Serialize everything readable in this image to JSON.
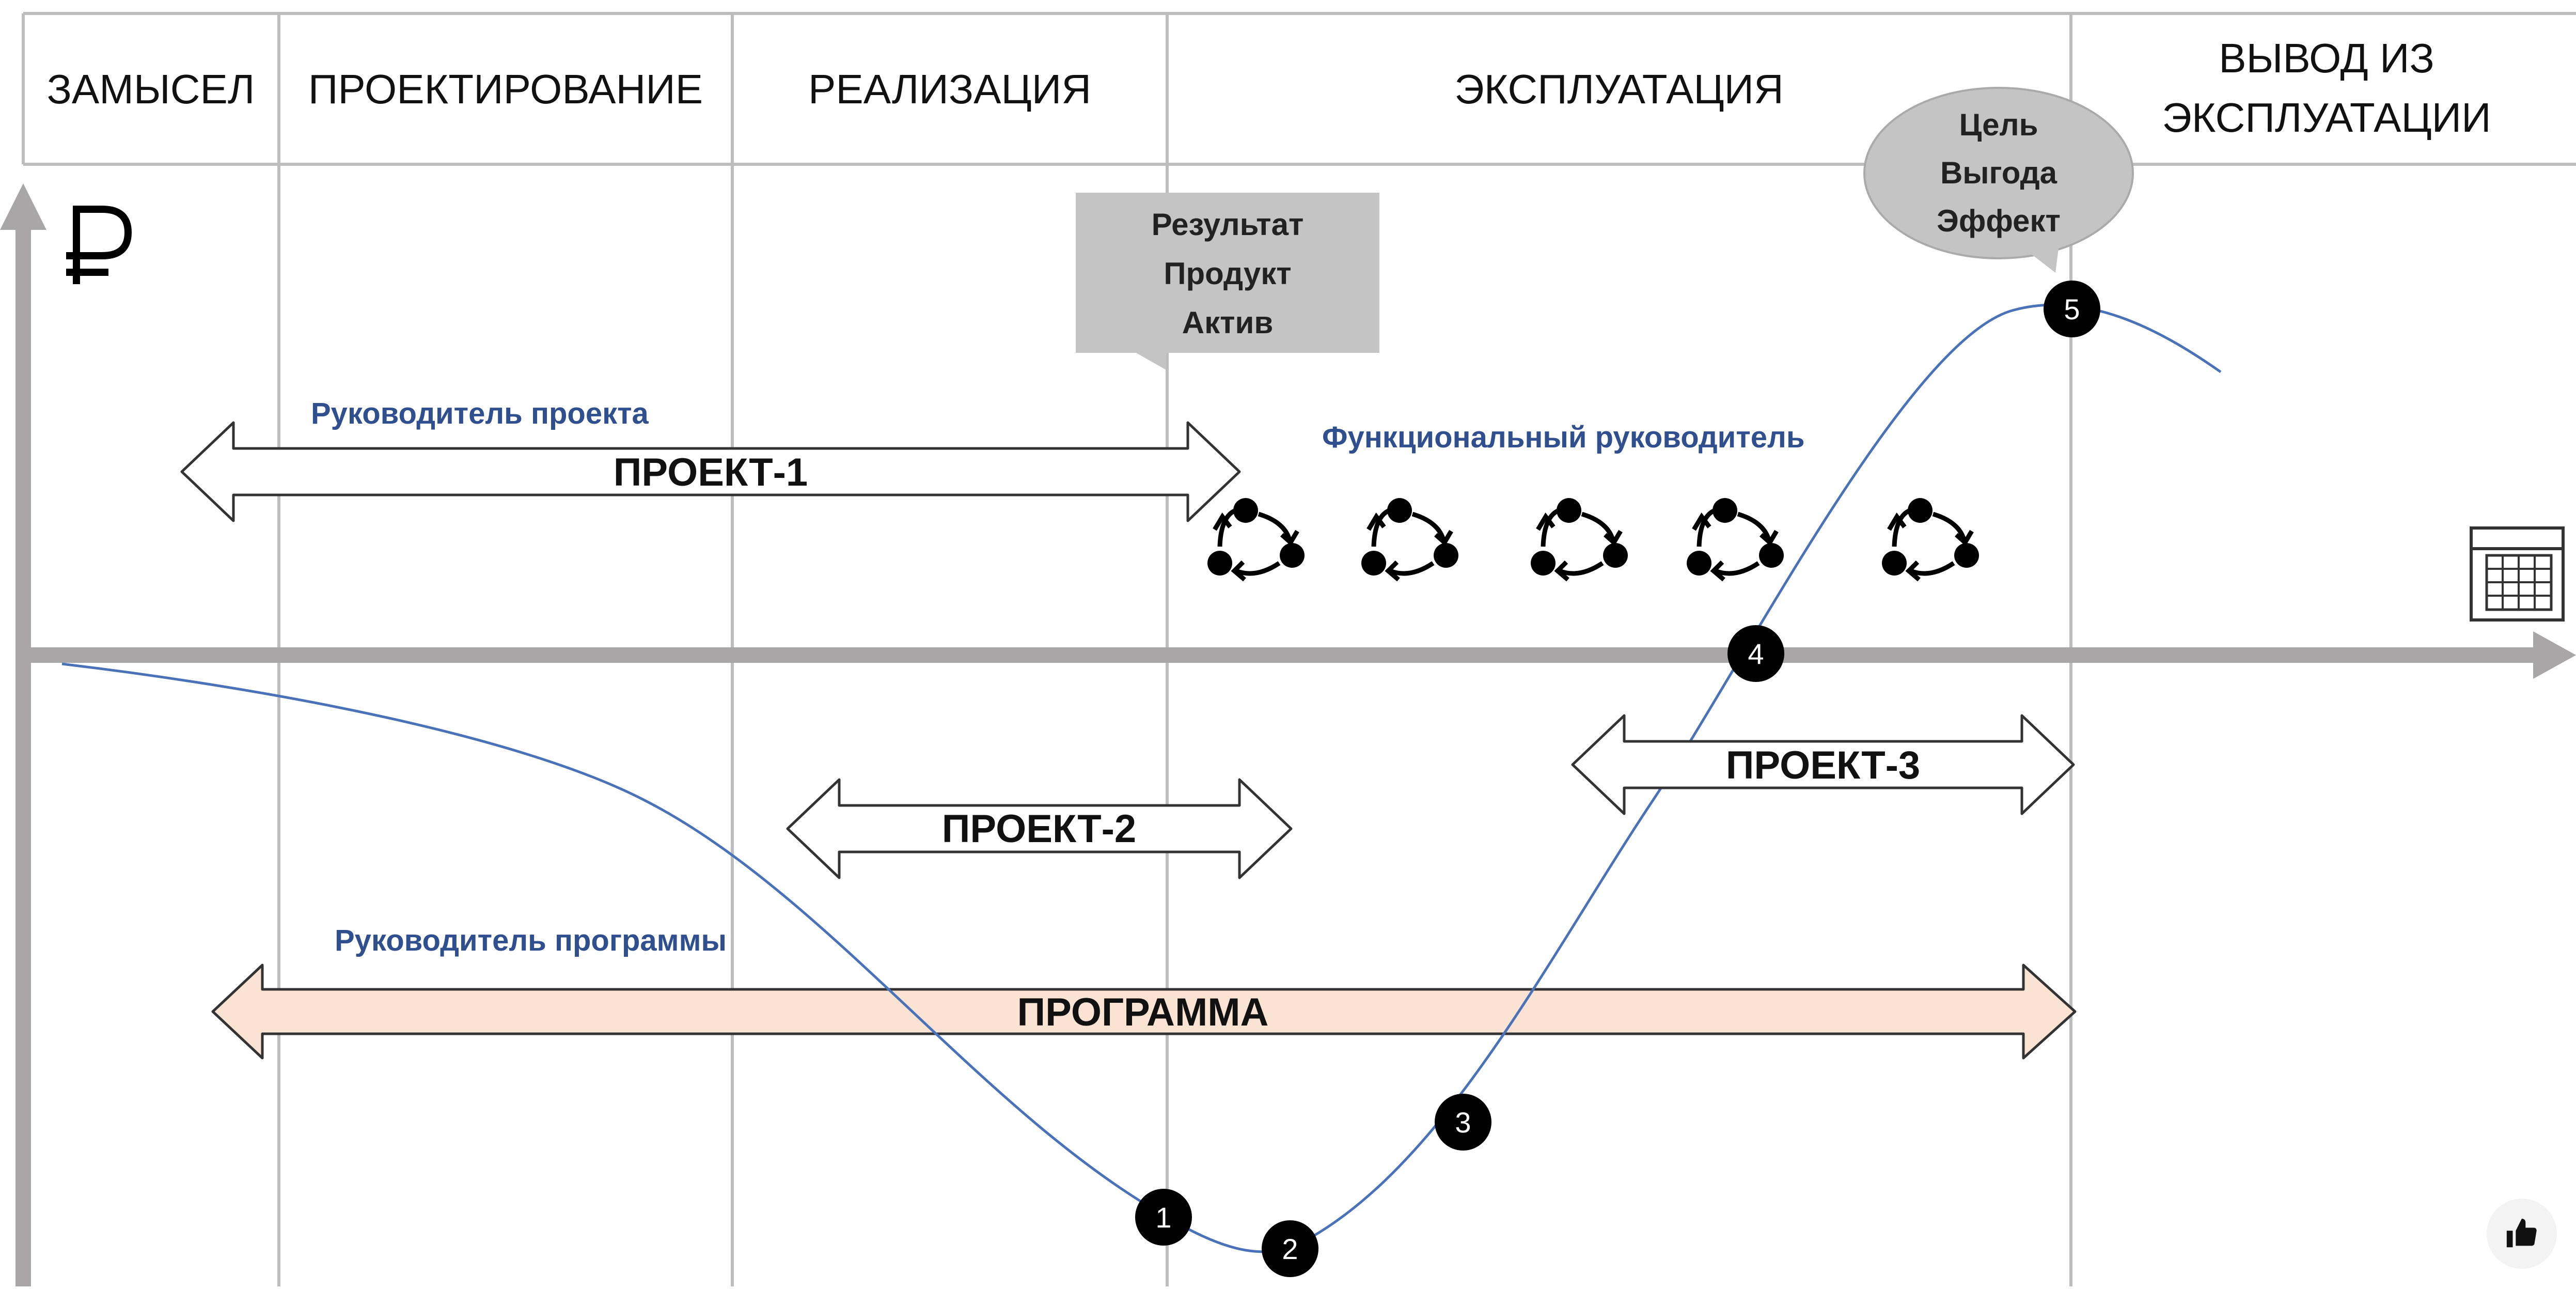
{
  "phases": [
    "ЗАМЫСЕЛ",
    "ПРОЕКТИРОВАНИЕ",
    "РЕАЛИЗАЦИЯ",
    "ЭКСПЛУАТАЦИЯ",
    [
      "ВЫВОД ИЗ",
      "ЭКСПЛУАТАЦИИ"
    ]
  ],
  "y_axis_symbol": "₽",
  "roles": {
    "project_manager": "Руководитель проекта",
    "functional_manager": "Функциональный руководитель",
    "program_manager": "Руководитель программы"
  },
  "arrows": {
    "project1": "ПРОЕКТ-1",
    "project2": "ПРОЕКТ-2",
    "project3": "ПРОЕКТ-3",
    "program": "ПРОГРАММА"
  },
  "callouts": {
    "result": [
      "Результат",
      "Продукт",
      "Актив"
    ],
    "goal": [
      "Цель",
      "Выгода",
      "Эффект"
    ]
  },
  "milestones": [
    "1",
    "2",
    "3",
    "4",
    "5"
  ],
  "colors": {
    "grid": "#bdbdbd",
    "axis": "#a8a6a6",
    "curve": "#4a72b8",
    "role_text": "#2f4f8f",
    "program_fill": "#fbe3d3",
    "callout_fill": "#c4c4c4",
    "marker": "#000000"
  },
  "icons": [
    "ruble-icon",
    "cycle-icon",
    "calendar-icon",
    "thumbs-up-icon"
  ]
}
